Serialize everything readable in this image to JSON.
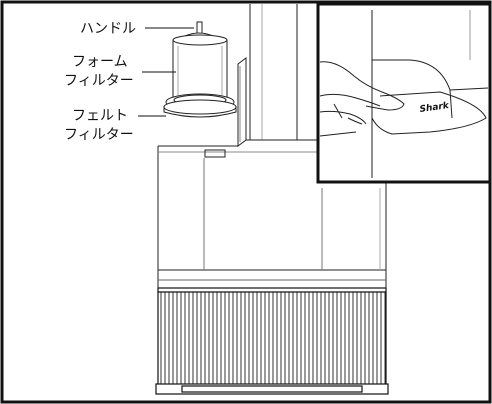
{
  "callouts": {
    "handle": "ハンドル",
    "foam_filter_line1": "フォーム",
    "foam_filter_line2": "フィルター",
    "felt_filter_line1": "フェルト",
    "felt_filter_line2": "フィルター"
  },
  "inset": {
    "brand_mark": "Shark"
  },
  "colors": {
    "stroke": "#111111",
    "background": "#ffffff"
  }
}
